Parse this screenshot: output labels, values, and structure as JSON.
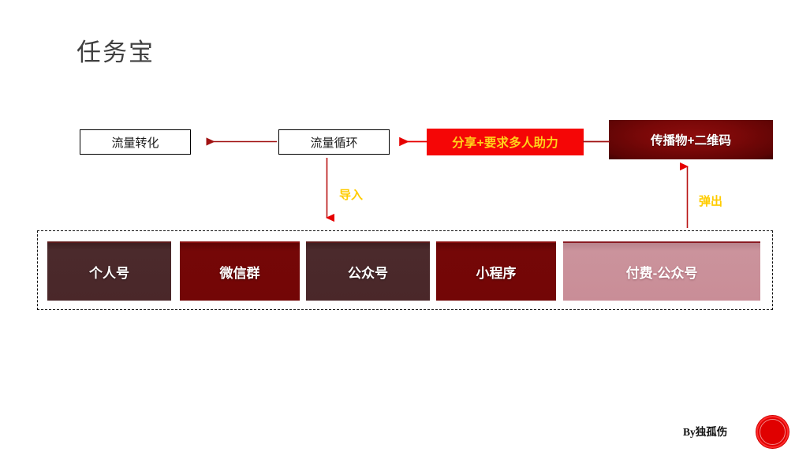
{
  "slide": {
    "title": "任务宝"
  },
  "flow": {
    "conversion": {
      "label": "流量转化"
    },
    "cycle": {
      "label": "流量循环"
    },
    "share": {
      "label": "分享+要求多人助力",
      "bg": "#f50606",
      "fg": "#ffd21a"
    },
    "material": {
      "label": "传播物+二维码",
      "bg": "#7a0808",
      "fg": "#ffffff"
    }
  },
  "arrows": {
    "import_label": "导入",
    "popup_label": "弹出",
    "color": "#8b0f0f",
    "bright_color": "#e60000",
    "label_color": "#ffcc00"
  },
  "channels": [
    {
      "label": "个人号",
      "color": "#4a2729"
    },
    {
      "label": "微信群",
      "color": "#730606"
    },
    {
      "label": "公众号",
      "color": "#4a2729"
    },
    {
      "label": "小程序",
      "color": "#730606"
    },
    {
      "label": "付费-公众号",
      "color": "#c98d97"
    }
  ],
  "footer": {
    "credit": "By独孤伤",
    "logo_color": "#e00000"
  }
}
